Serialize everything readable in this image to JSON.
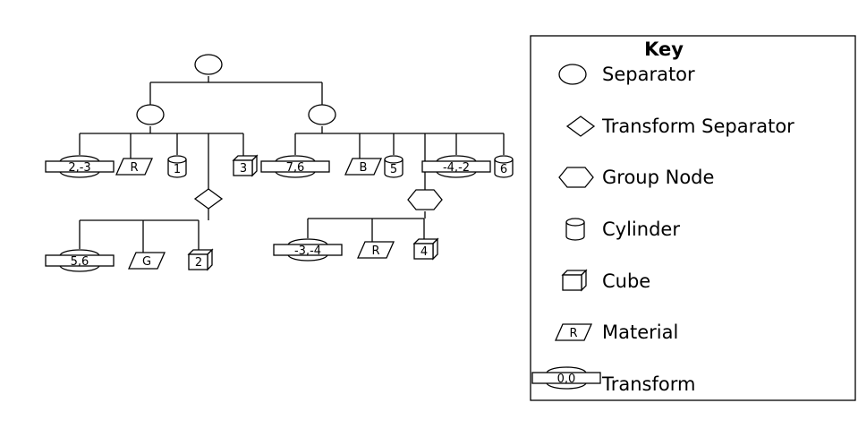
{
  "tree": {
    "nodes": {
      "root": {
        "type": "separator"
      },
      "sepL": {
        "type": "separator"
      },
      "sepR": {
        "type": "separator"
      },
      "tL1": {
        "type": "transform",
        "label": "2,-3"
      },
      "mL": {
        "type": "material",
        "label": "R"
      },
      "cyl1": {
        "type": "cylinder",
        "label": "1"
      },
      "tsep": {
        "type": "transform-separator"
      },
      "cube3": {
        "type": "cube",
        "label": "3"
      },
      "tL2": {
        "type": "transform",
        "label": "5,6"
      },
      "mG": {
        "type": "material",
        "label": "G"
      },
      "cube2": {
        "type": "cube",
        "label": "2"
      },
      "tR1": {
        "type": "transform",
        "label": "7,6"
      },
      "mB": {
        "type": "material",
        "label": "B"
      },
      "cyl5": {
        "type": "cylinder",
        "label": "5"
      },
      "grp": {
        "type": "group"
      },
      "tR2": {
        "type": "transform",
        "label": "-4,-2"
      },
      "cyl6": {
        "type": "cylinder",
        "label": "6"
      },
      "tG1": {
        "type": "transform",
        "label": "-3,-4"
      },
      "mR2": {
        "type": "material",
        "label": "R"
      },
      "cube4": {
        "type": "cube",
        "label": "4"
      }
    },
    "edges": [
      [
        "root",
        [
          "sepL",
          "sepR"
        ]
      ],
      [
        "sepL",
        [
          "tL1",
          "mL",
          "cyl1",
          "tsep",
          "cube3"
        ]
      ],
      [
        "tsep",
        [
          "tL2",
          "mG",
          "cube2"
        ]
      ],
      [
        "sepR",
        [
          "tR1",
          "mB",
          "cyl5",
          "grp",
          "tR2",
          "cyl6"
        ]
      ],
      [
        "grp",
        [
          "tG1",
          "mR2",
          "cube4"
        ]
      ]
    ]
  },
  "key": {
    "title": "Key",
    "items": [
      {
        "type": "separator",
        "label": "Separator"
      },
      {
        "type": "transform-separator",
        "label": "Transform Separator"
      },
      {
        "type": "group",
        "label": "Group Node"
      },
      {
        "type": "cylinder",
        "label": "Cylinder"
      },
      {
        "type": "cube",
        "label": "Cube"
      },
      {
        "type": "material",
        "label": "Material",
        "symbol_label": "R"
      },
      {
        "type": "transform",
        "label": "Transform",
        "symbol_label": "0,0"
      }
    ]
  }
}
